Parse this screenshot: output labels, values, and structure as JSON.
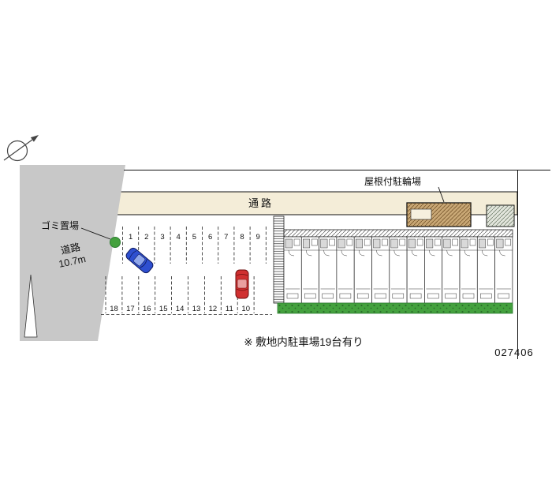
{
  "site_plan": {
    "compass": {
      "icon": "north-arrow"
    },
    "labels": {
      "passage": "通路",
      "garbage_area": "ゴミ置場",
      "road": "道路",
      "road_width": "10.7m",
      "covered_bicycle_parking": "屋根付駐輪場",
      "note": "※ 敷地内駐車場19台有り",
      "plan_number": "027406"
    },
    "parking": {
      "top_row": [
        "1",
        "2",
        "3",
        "4",
        "5",
        "6",
        "7",
        "8",
        "9"
      ],
      "bottom_row": [
        "18",
        "17",
        "16",
        "15",
        "14",
        "13",
        "12",
        "11",
        "10"
      ]
    },
    "colors": {
      "road_gray": "#c8c8c8",
      "passage_fill": "#f4edd8",
      "bike_shed_tan": "#c9a876",
      "greenery": "#44a13e",
      "car_blue": "#2e4fd0",
      "car_red": "#d03030"
    }
  }
}
